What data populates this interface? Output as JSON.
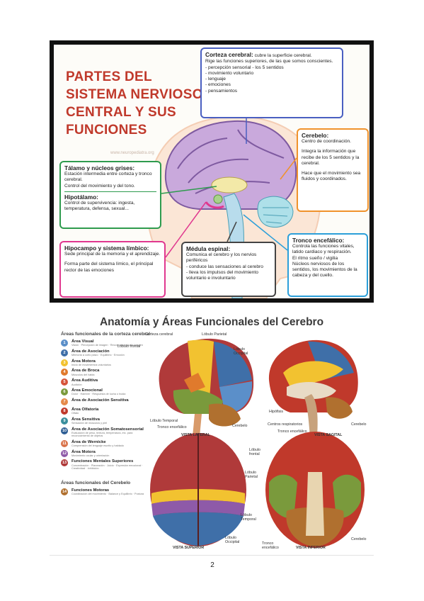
{
  "infographic": {
    "title_lines": [
      "PARTES DEL",
      "SISTEMA NERVIOSO",
      "CENTRAL Y SUS",
      "FUNCIONES"
    ],
    "watermark": "www.neuropediatra.org",
    "corteza": {
      "heading": "Corteza cerebral:",
      "heading_rest": "cubre la superficie cerebral.",
      "body": "Rige las funciones superiores, de las que somos conscientes.",
      "items": [
        "- percepción sensorial - los 5 sentidos",
        "- movimiento voluntario",
        "- lenguaje",
        "- emociones",
        "- pensamientos"
      ]
    },
    "cerebelo": {
      "heading": "Cerebelo:",
      "lines": [
        "Centro de coordinación.",
        "Integra la información que recibe de los 5 sentidos y la cerebral.",
        "Hace que el movimiento sea fluidos y coordinados."
      ]
    },
    "talamo": {
      "heading": "Tálamo y núcleos grises:",
      "lines": [
        "Estación intermedia entre corteza y tronco cerebral.",
        "Control del movimiento y del tono."
      ]
    },
    "hipotalamo": {
      "heading": "Hipotálamo:",
      "lines": [
        "Control de supervivencia: ingesta, temperatura, defensa, sexual..."
      ]
    },
    "hipocampo": {
      "heading": "Hipocampo y sistema límbico:",
      "lines": [
        "Sede principal de la memoria y el aprendizaje.",
        "Forma parte del sistema límico, el principal rector de las emociones"
      ]
    },
    "medula": {
      "heading": "Médula espinal:",
      "lines": [
        "Comunica el cerebro y los nervios periféricos",
        "- conduce las sensaciones al cerebro",
        "- lleva los impulsos del movimiento voluntario e involuntario"
      ]
    },
    "tronco": {
      "heading": "Tronco encefálico:",
      "lines": [
        "Controla las funciones vitales, latido cardiaco y respiración.",
        "El ritmo sueño / vigilia",
        "Núcleos nerviosos de los sentidos, los movimientos de la cabeza y del cuello."
      ]
    }
  },
  "anatomy": {
    "title": "Anatomía y Áreas Funcionales del Cerebro",
    "legend_heading_1": "Áreas funcionales de la corteza cerebral",
    "legend_heading_2": "Áreas funcionales del Cerebelo",
    "legend": [
      {
        "num": "1",
        "color": "#5b8fc9",
        "name": "Área Visual",
        "desc": "Visión · Percepción de imagen · Reconocimiento de imagen"
      },
      {
        "num": "2",
        "color": "#3f6fa8",
        "name": "Área de Asociación",
        "desc": "Memoria a corto plazo · Equilibrio · Emoción"
      },
      {
        "num": "3",
        "color": "#f2c230",
        "name": "Área Motora",
        "desc": "Inicio de movimientos voluntarios"
      },
      {
        "num": "4",
        "color": "#e07a2c",
        "name": "Área de Broca",
        "desc": "Músculos del habla"
      },
      {
        "num": "5",
        "color": "#d6543a",
        "name": "Área Auditiva",
        "desc": "Audición"
      },
      {
        "num": "6",
        "color": "#7a9a3c",
        "name": "Área Emocional",
        "desc": "Dolor · Hambre · Respuesta de lucha o huida"
      },
      {
        "num": "7",
        "color": "#e58a4a",
        "name": "Área de Asociación Sensitiva",
        "desc": ""
      },
      {
        "num": "8",
        "color": "#c0392b",
        "name": "Área Olfatoria",
        "desc": "Olfato"
      },
      {
        "num": "9",
        "color": "#3a8f9d",
        "name": "Área Sensitiva",
        "desc": "Sensación de músculos y piel"
      },
      {
        "num": "10",
        "color": "#2f5f95",
        "name": "Área de Asociación Somatosensorial",
        "desc": "Evaluación de peso, textura, temperatura, etc. para reconocimiento de objetos"
      },
      {
        "num": "11",
        "color": "#d9734a",
        "name": "Área de Wernicke",
        "desc": "Comprensión del lenguaje escrito y hablado"
      },
      {
        "num": "12",
        "color": "#8e5aa8",
        "name": "Área Motora",
        "desc": "Movimiento ocular y orientación"
      },
      {
        "num": "13",
        "color": "#b03a3a",
        "name": "Funciones Mentales Superiores",
        "desc": "Concentración · Planeación · Juicio · Expresión emocional · Creatividad · Inhibición"
      }
    ],
    "cerebelo_legend": {
      "num": "14",
      "color": "#b0702f",
      "name": "Funciones Motoras",
      "desc": "Coordinación del movimiento · Balance y Equilibrio · Postura"
    },
    "labels": {
      "corteza_cerebral": "Corteza cerebral",
      "lobulo_parietal": "Lóbulo Parietal",
      "lobulo_frontal": "Lóbulo frontal",
      "lobulo_occipital": "Lóbulo Occipital",
      "lobulo_temporal": "Lóbulo Temporal",
      "tronco_encefalico": "Tronco encefálico",
      "cerebelo": "Cerebelo",
      "vista_lateral": "VISTA LATERAL",
      "hipofisis": "Hipófisis",
      "centros_respiratorios": "Centros respiratorios",
      "vista_sagital": "VISTA SAGITAL",
      "lobulo_frontal_2": "Lóbulo frontal",
      "lobulo_parietal_2": "Lóbulo Parietal",
      "lobulo_occipital_2": "Lóbulo Occipital",
      "vista_superior": "VISTA SUPERIOR",
      "lobulo_temporal_2": "Lóbulo Temporal",
      "tronco_encefalico_2": "Tronco encefálico",
      "cerebelo_2": "Cerebelo",
      "vista_inferior": "VISTA INFERIOR"
    }
  },
  "page_number": "2"
}
